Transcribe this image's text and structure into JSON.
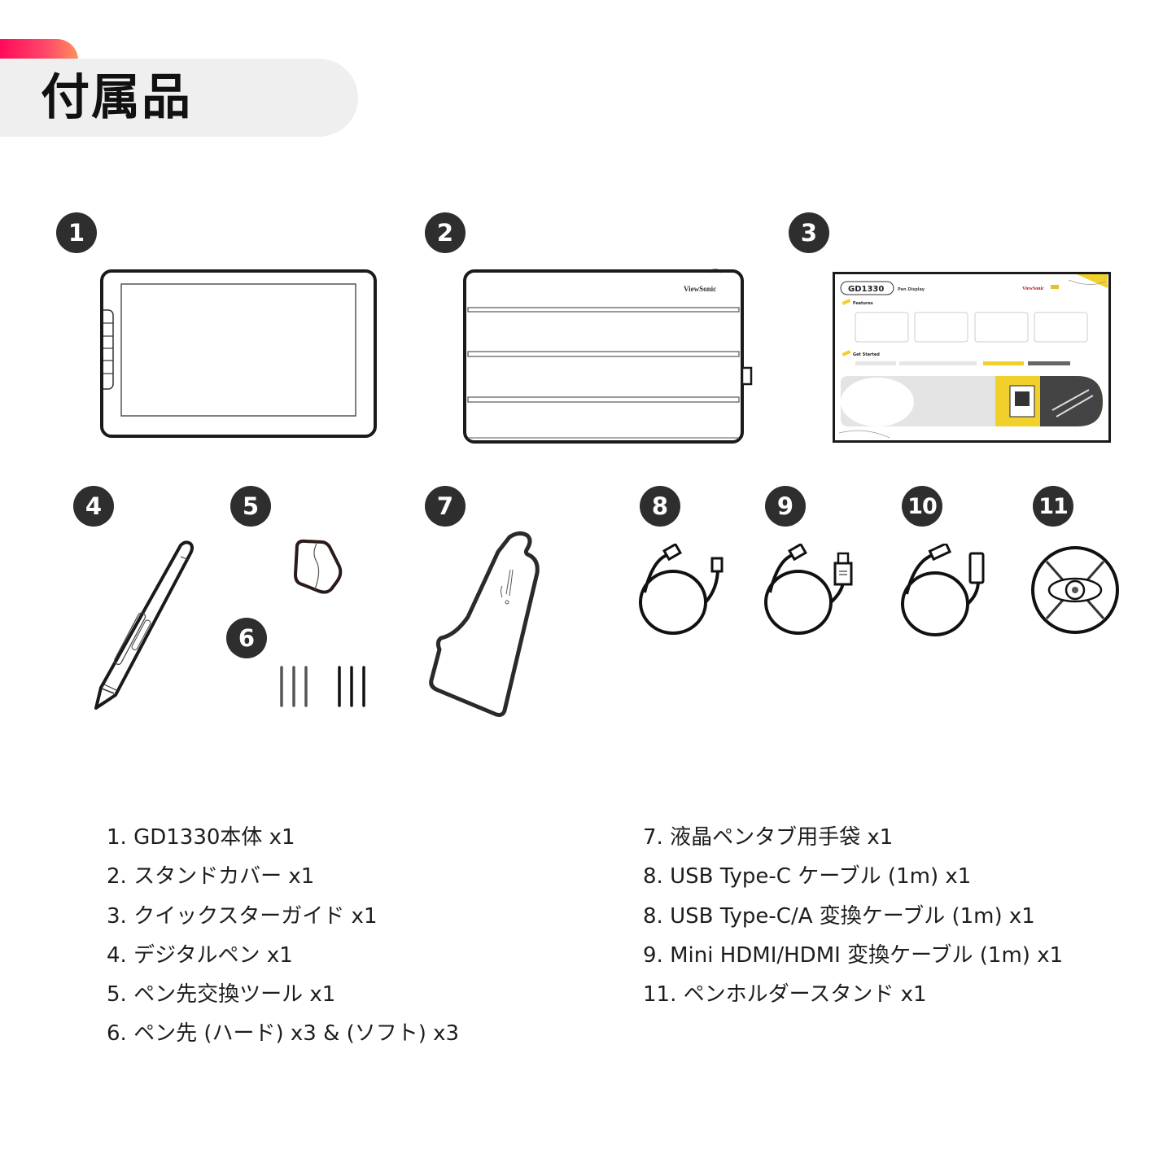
{
  "header": {
    "title": "付属品",
    "accent_gradient": [
      "#ff0a5a",
      "#ff8f5a"
    ],
    "pill_color": "#efefef"
  },
  "badges": {
    "b1": "1",
    "b2": "2",
    "b3": "3",
    "b4": "4",
    "b5": "5",
    "b6": "6",
    "b7": "7",
    "b8": "8",
    "b9": "9",
    "b10": "10",
    "b11": "11"
  },
  "illustrations": {
    "stand_cover_brand": "ViewSonic",
    "guide": {
      "model": "GD1330",
      "subtitle": "Pen Display",
      "brand": "ViewSonic",
      "section_features": "Features",
      "section_get_started": "Get Started",
      "accent": "#f2d02b"
    }
  },
  "items_left": [
    "1. GD1330本体 x1",
    "2. スタンドカバー x1",
    "3. クイックスターガイド x1",
    "4. デジタルペン x1",
    "5. ペン先交換ツール x1",
    "6. ペン先 (ハード) x3 & (ソフト) x3"
  ],
  "items_right": [
    "7. 液晶ペンタブ用手袋 x1",
    "8. USB Type-C ケーブル (1m) x1",
    "8. USB Type-C/A 変換ケーブル (1m) x1",
    "9. Mini HDMI/HDMI 変換ケーブル (1m) x1",
    "11. ペンホルダースタンド  x1"
  ]
}
